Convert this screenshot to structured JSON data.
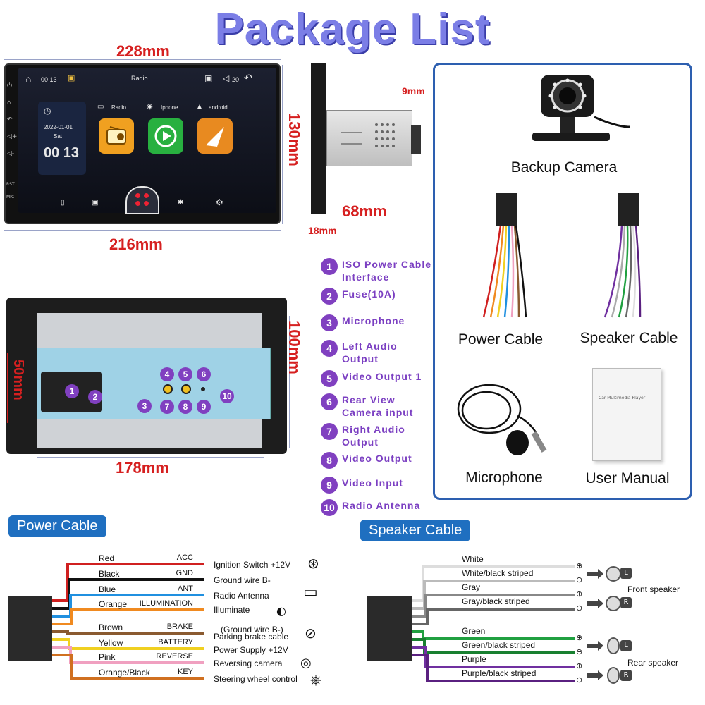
{
  "title": "Package List",
  "dimensions": {
    "width_top": "228mm",
    "width_bottom": "216mm",
    "height": "130mm",
    "depth_front": "9mm",
    "depth": "68mm",
    "depth_plate": "18mm",
    "back_height": "100mm",
    "connector_height": "50mm",
    "back_width": "178mm"
  },
  "screen": {
    "status_time": "00 13",
    "center_title": "Radio",
    "volume": "20",
    "date": "2022-01-01",
    "day": "Sat",
    "clock": "00 13",
    "apps": [
      {
        "label": "Radio",
        "color": "#f0a020"
      },
      {
        "label": "Iphone",
        "color": "#30c030"
      },
      {
        "label": "android",
        "color": "#f09020"
      }
    ],
    "side_labels": [
      "RST",
      "MIC"
    ]
  },
  "legend": [
    {
      "num": "1",
      "text": "ISO Power Cable Interface"
    },
    {
      "num": "2",
      "text": "Fuse(10A)"
    },
    {
      "num": "3",
      "text": "Microphone"
    },
    {
      "num": "4",
      "text": "Left Audio Output"
    },
    {
      "num": "5",
      "text": "Video Output 1"
    },
    {
      "num": "6",
      "text": "Rear View Camera input"
    },
    {
      "num": "7",
      "text": "Right Audio Output"
    },
    {
      "num": "8",
      "text": "Video Output"
    },
    {
      "num": "9",
      "text": "Video Input"
    },
    {
      "num": "10",
      "text": "Radio Antenna"
    }
  ],
  "package": {
    "items": [
      "Backup Camera",
      "Power Cable",
      "Speaker Cable",
      "Microphone",
      "User Manual"
    ],
    "manual_cover_text": "Car Multimedia Player"
  },
  "power_cable": {
    "tab": "Power Cable",
    "wires": [
      {
        "color_name": "Red",
        "func": "ACC",
        "dest": "Ignition Switch +12V",
        "hex": "#d02020"
      },
      {
        "color_name": "Black",
        "func": "GND",
        "dest": "Ground wire B-",
        "hex": "#111111"
      },
      {
        "color_name": "Blue",
        "func": "ANT",
        "dest": "Radio Antenna",
        "hex": "#2090e0"
      },
      {
        "color_name": "Orange",
        "func": "ILLUMINATION",
        "dest": "Illuminate",
        "hex": "#f08a20"
      },
      {
        "color_name": "Brown",
        "func": "BRAKE",
        "dest": "Parking brake cable",
        "hex": "#8a5a30"
      },
      {
        "color_name": "Yellow",
        "func": "BATTERY",
        "dest": "Power Supply +12V",
        "hex": "#f0d020"
      },
      {
        "color_name": "Pink",
        "func": "REVERSE",
        "dest": "Reversing camera",
        "hex": "#f0a0c0"
      },
      {
        "color_name": "Orange/Black",
        "func": "KEY",
        "dest": "Steering wheel control",
        "hex": "#d07020"
      }
    ],
    "brake_note": "(Ground wire B-)"
  },
  "speaker_cable": {
    "tab": "Speaker Cable",
    "wires": [
      {
        "name": "White",
        "hex": "#dddddd"
      },
      {
        "name": "White/black striped",
        "hex": "#bbbbbb"
      },
      {
        "name": "Gray",
        "hex": "#888888"
      },
      {
        "name": "Gray/black striped",
        "hex": "#666666"
      },
      {
        "name": "Green",
        "hex": "#20a040"
      },
      {
        "name": "Green/black striped",
        "hex": "#188030"
      },
      {
        "name": "Purple",
        "hex": "#7030a0"
      },
      {
        "name": "Purple/black striped",
        "hex": "#5a2080"
      }
    ],
    "front_label": "Front speaker",
    "rear_label": "Rear speaker",
    "badges": [
      "L",
      "R",
      "L",
      "R"
    ]
  }
}
